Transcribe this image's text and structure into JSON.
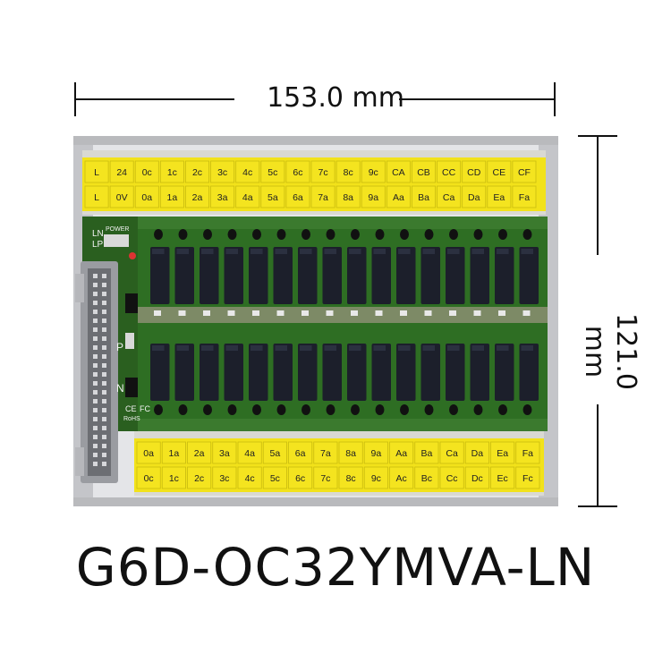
{
  "dimensions": {
    "width": "153.0 mm",
    "height": "121.0 mm"
  },
  "product": {
    "model": "G6D-OC32YMVA-LN"
  },
  "board_labels": {
    "power": "POWER",
    "ln": "LN",
    "lp": "LP",
    "p": "P",
    "n": "N",
    "ce": "CE",
    "fc": "FC",
    "rohs": "RoHS"
  },
  "terminals": {
    "top_row_1": [
      "L",
      "24",
      "0c",
      "1c",
      "2c",
      "3c",
      "4c",
      "5c",
      "6c",
      "7c",
      "8c",
      "9c",
      "CA",
      "CB",
      "CC",
      "CD",
      "CE",
      "CF"
    ],
    "top_row_2": [
      "L",
      "0V",
      "0a",
      "1a",
      "2a",
      "3a",
      "4a",
      "5a",
      "6a",
      "7a",
      "8a",
      "9a",
      "Aa",
      "Ba",
      "Ca",
      "Da",
      "Ea",
      "Fa"
    ],
    "bottom_row_1": [
      "0a",
      "1a",
      "2a",
      "3a",
      "4a",
      "5a",
      "6a",
      "7a",
      "8a",
      "9a",
      "Aa",
      "Ba",
      "Ca",
      "Da",
      "Ea",
      "Fa"
    ],
    "bottom_row_2": [
      "0c",
      "1c",
      "2c",
      "3c",
      "4c",
      "5c",
      "6c",
      "7c",
      "8c",
      "9c",
      "Ac",
      "Bc",
      "Cc",
      "Dc",
      "Ec",
      "Fc"
    ]
  },
  "relays": {
    "columns": 16,
    "rows": 2
  },
  "colors": {
    "pcb": "#2e6e23",
    "terminal_yellow": "#f2e21a",
    "relay": "#1c1f2b",
    "rail": "#d4d5d8"
  }
}
